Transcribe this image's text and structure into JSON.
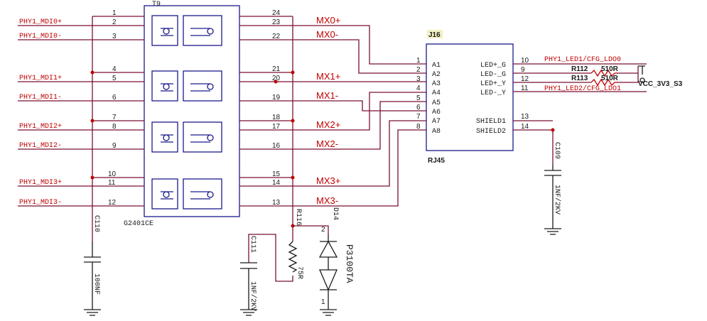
{
  "transformer": {
    "ref": "T9",
    "part": "G2401CE",
    "left_pins": [
      "1",
      "2",
      "3",
      "4",
      "5",
      "6",
      "7",
      "8",
      "9",
      "10",
      "11",
      "12"
    ],
    "right_pins": [
      "24",
      "23",
      "22",
      "21",
      "20",
      "19",
      "18",
      "17",
      "16",
      "15",
      "14",
      "13"
    ]
  },
  "phy_nets": [
    "PHY1_MDI0+",
    "PHY1_MDI0-",
    "PHY1_MDI1+",
    "PHY1_MDI1-",
    "PHY1_MDI2+",
    "PHY1_MDI2-",
    "PHY1_MDI3+",
    "PHY1_MDI3-"
  ],
  "mx_nets": [
    "MX0+",
    "MX0-",
    "MX1+",
    "MX1-",
    "MX2+",
    "MX2-",
    "MX3+",
    "MX3-"
  ],
  "connector": {
    "ref": "J16",
    "type": "RJ45",
    "left_pins": [
      "1",
      "2",
      "3",
      "4",
      "5",
      "6",
      "7",
      "8"
    ],
    "left_labels": [
      "A1",
      "A2",
      "A3",
      "A4",
      "A5",
      "A6",
      "A7",
      "A8"
    ],
    "right_pins": [
      "10",
      "9",
      "12",
      "11",
      "13",
      "14"
    ],
    "right_labels": [
      "LED+_G",
      "LED-_G",
      "LED+_Y",
      "LED-_Y",
      "SHIELD1",
      "SHIELD2"
    ]
  },
  "led_nets": [
    "PHY1_LED1/CFG_LDO0",
    "PHY1_LED2/CFG_LDO1"
  ],
  "r112": {
    "ref": "R112",
    "value": "510R"
  },
  "r113": {
    "ref": "R113",
    "value": "510R"
  },
  "vcc": "VCC_3V3_S3",
  "c109": {
    "ref": "C109",
    "value": "1NF/2KV"
  },
  "c110": {
    "ref": "C110",
    "value": "100NF"
  },
  "c111": {
    "ref": "C111",
    "value": "1NF/2KV"
  },
  "r116": {
    "ref": "R116",
    "value": "75R"
  },
  "d14": {
    "ref": "D14",
    "part": "P3100TA",
    "pin1": "1",
    "pin2": "2"
  },
  "colors": {
    "wire": "#7a1230",
    "net_label": "#c00000",
    "symbol": "#1a1a8c",
    "text": "#1a1a1a"
  }
}
